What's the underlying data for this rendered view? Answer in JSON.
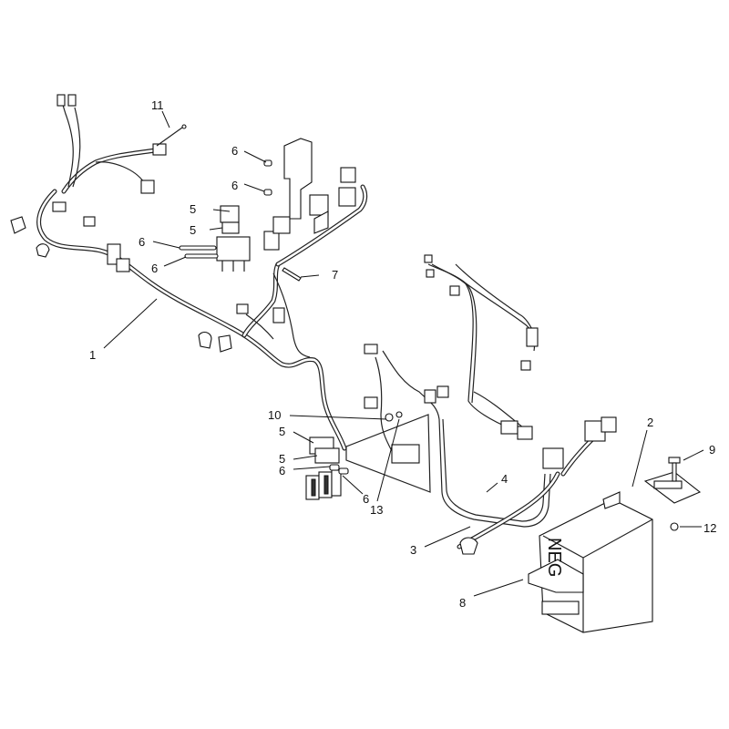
{
  "diagram": {
    "battery_label": "NEG",
    "callouts": {
      "c1": "1",
      "c2": "2",
      "c3": "3",
      "c4": "4",
      "c5a": "5",
      "c5b": "5",
      "c5c": "5",
      "c5d": "5",
      "c6a": "6",
      "c6b": "6",
      "c6c": "6",
      "c6d": "6",
      "c6e": "6",
      "c6f": "6",
      "c7": "7",
      "c8": "8",
      "c9": "9",
      "c10": "10",
      "c11": "11",
      "c12": "12",
      "c13": "13"
    }
  }
}
